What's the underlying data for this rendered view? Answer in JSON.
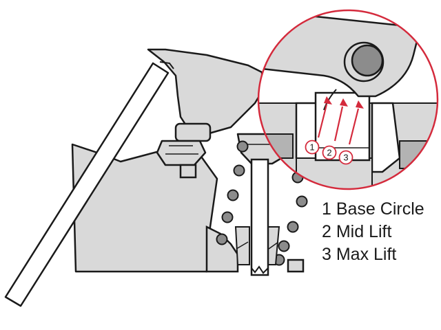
{
  "legend": {
    "items": [
      {
        "label": "1 Base Circle"
      },
      {
        "label": "2 Mid Lift"
      },
      {
        "label": "3 Max Lift"
      }
    ]
  },
  "markers": [
    "1",
    "2",
    "3"
  ],
  "colors": {
    "callout_red": "#d42a3c",
    "part_gray": "#d9d9d9",
    "dark_gray": "#b3b3b3",
    "spring_coil": "#8c8c8c",
    "outline": "#1a1a1a"
  }
}
